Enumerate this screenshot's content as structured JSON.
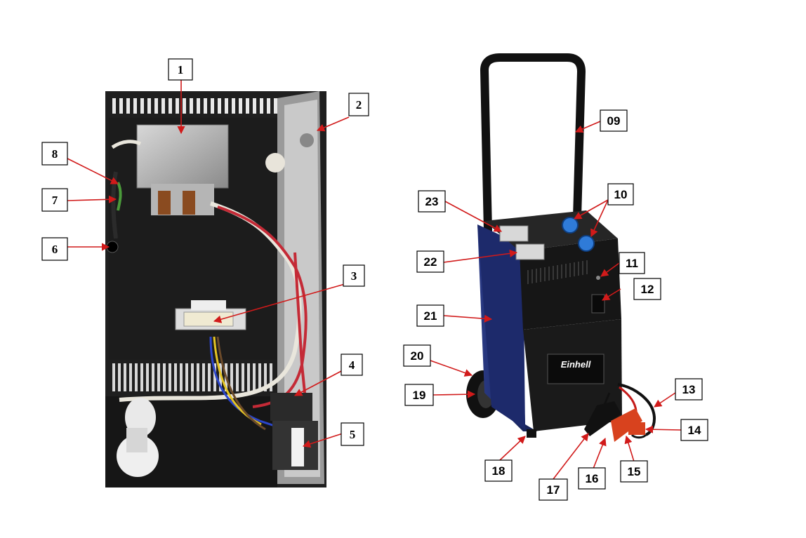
{
  "left_photo": {
    "labels": [
      "1",
      "2",
      "3",
      "4",
      "5",
      "6",
      "7",
      "8"
    ]
  },
  "right_photo": {
    "labels": [
      "09",
      "10",
      "11",
      "12",
      "13",
      "14",
      "15",
      "16",
      "17",
      "18",
      "19",
      "20",
      "21",
      "22",
      "23"
    ],
    "brand_text": "Einhell"
  },
  "colors": {
    "leader_line": "#d11a1a",
    "cabinet_blue": "#1d2a6b",
    "panel_black": "#161616",
    "knob_blue": "#2f7bd8"
  }
}
